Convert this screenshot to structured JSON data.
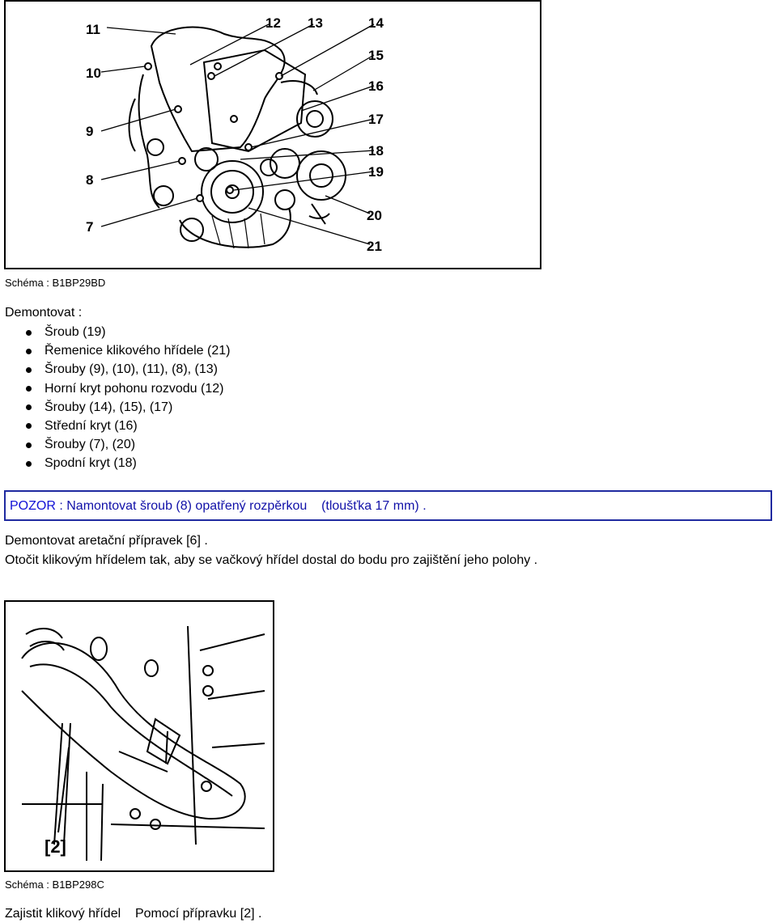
{
  "figure1": {
    "labels": [
      "7",
      "8",
      "9",
      "10",
      "11",
      "12",
      "13",
      "14",
      "15",
      "16",
      "17",
      "18",
      "19",
      "20",
      "21"
    ],
    "caption": "Schéma : B1BP29BD"
  },
  "intro": "Demontovat :",
  "steps": [
    "Šroub (19)",
    "Řemenice klikového hřídele (21)",
    "Šrouby (9), (10), (11), (8), (13)",
    "Horní kryt pohonu rozvodu (12)",
    "Šrouby (14), (15), (17)",
    "Střední kryt (16)",
    "Šrouby (7), (20)",
    "Spodní kryt (18)"
  ],
  "warning": {
    "label": "POZOR",
    "separator": " : ",
    "text": "Namontovat šroub (8) opatřený rozpěrkou",
    "detail": "(tloušťka 17 mm) ."
  },
  "para1": "Demontovat aretační přípravek [6] .",
  "para2": "Otočit klikovým hřídelem tak, aby se vačkový hřídel dostal do bodu pro zajištění jeho polohy .",
  "figure2": {
    "label": "[2]",
    "caption": "Schéma : B1BP298C"
  },
  "final": {
    "part1": "Zajistit klikový hřídel",
    "part2": "Pomocí přípravku [2] ."
  }
}
